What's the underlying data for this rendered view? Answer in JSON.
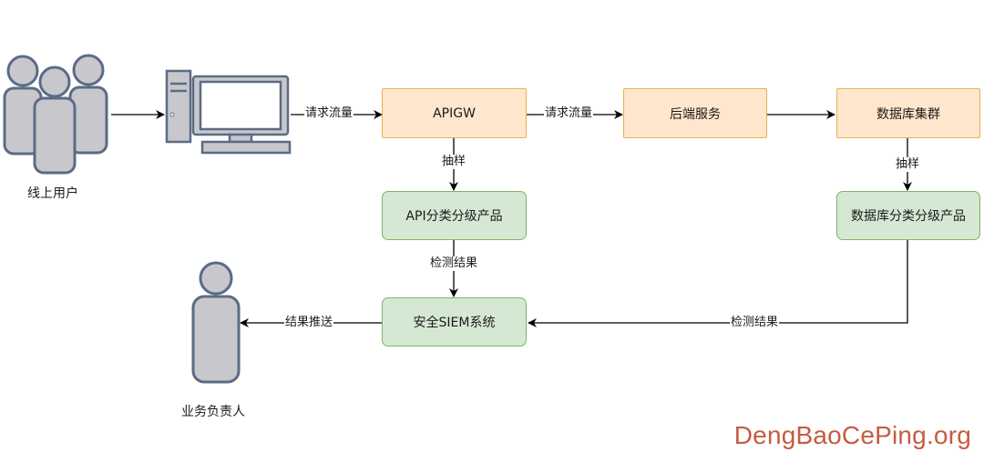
{
  "nodes": {
    "online_users": "线上用户",
    "business_owner": "业务负责人",
    "apigw": "APIGW",
    "backend": "后端服务",
    "db_cluster": "数据库集群",
    "api_product": "API分类分级产品",
    "db_product": "数据库分类分级产品",
    "siem": "安全SIEM系统"
  },
  "edges": {
    "request_traffic_1": "请求流量",
    "request_traffic_2": "请求流量",
    "sampling_1": "抽样",
    "sampling_2": "抽样",
    "detection_result_1": "检测结果",
    "detection_result_2": "检测结果",
    "result_push": "结果推送"
  },
  "colors": {
    "service_fill": "#ffe6cc",
    "service_border": "#e8b04f",
    "product_fill": "#d5e8d4",
    "product_border": "#82b366",
    "person_fill": "#c8c8cc",
    "person_border": "#5b6b86",
    "watermark": "#c65b43"
  },
  "icons": {
    "users": "user-group-icon",
    "computer": "desktop-computer-icon",
    "owner": "person-icon"
  },
  "watermark": "DengBaoCePing.org"
}
